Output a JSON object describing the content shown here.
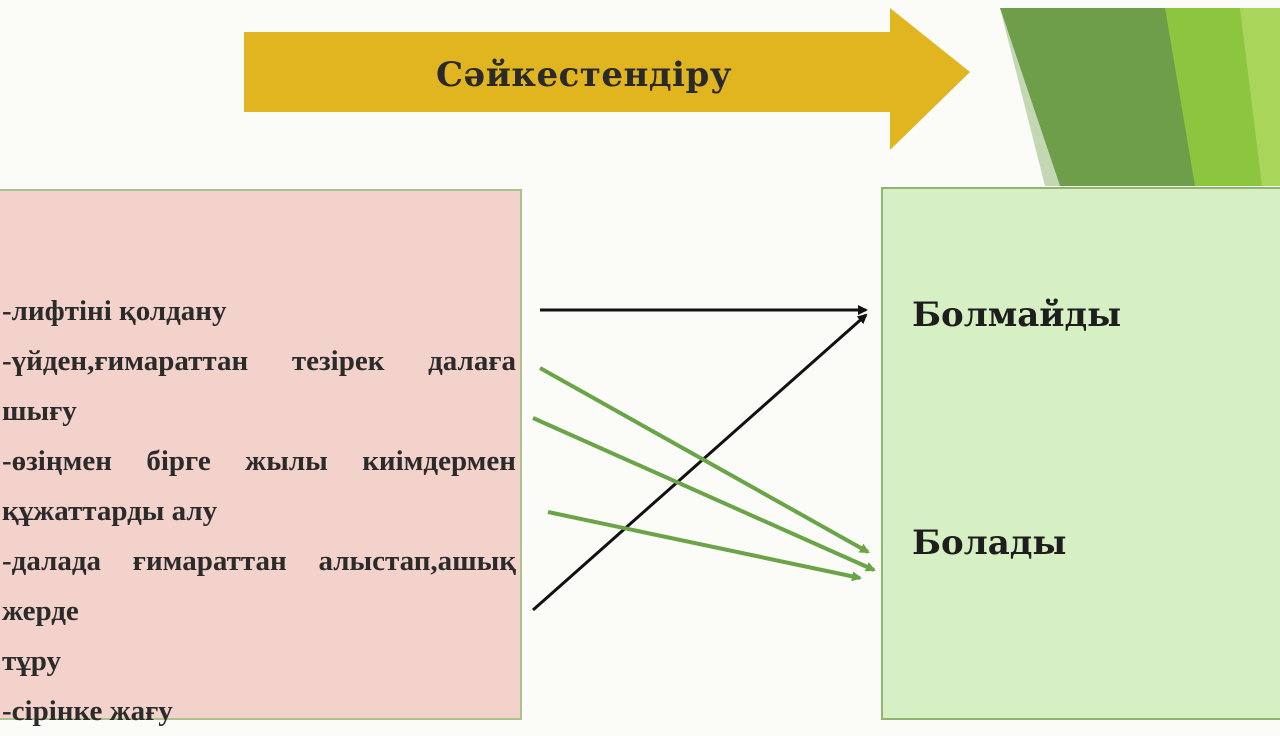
{
  "title": "Сәйкестендіру",
  "left_items": [
    "-лифтіні қолдану",
    "-үйден,ғимараттан тезірек далаға шығу",
    "-өзіңмен бірге жылы киімдермен",
    "құжаттарды алу",
    "-далада ғимараттан алыстап,ашық жерде",
    "тұру",
    "-сірінке жағу"
  ],
  "answers": {
    "first": "Болмайды",
    "second": "Болады"
  },
  "colors": {
    "title_arrow": "#e0b520",
    "left_panel": "#f2d2cb",
    "right_panel": "#d6f0c4",
    "arrow_black": "#111111",
    "arrow_green": "#6aa447",
    "decor_green": "#7db54a"
  }
}
